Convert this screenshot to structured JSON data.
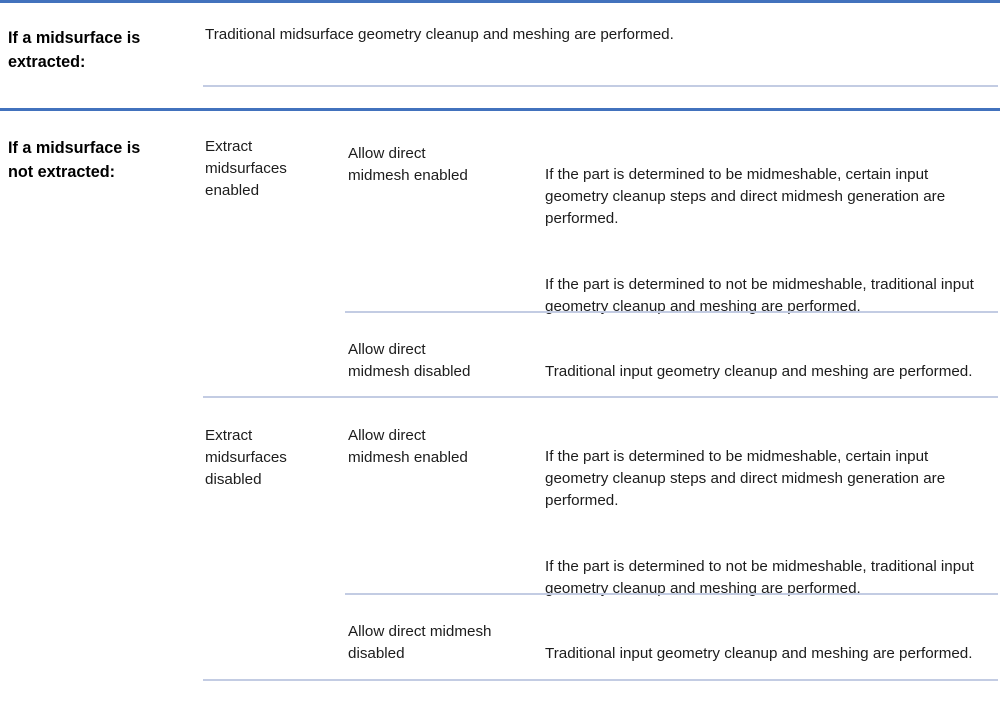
{
  "colors": {
    "rule_blue": "#4272bd",
    "rule_light": "#c3cce3",
    "text": "#1c1c1c"
  },
  "sections": [
    {
      "header": "If a midsurface is\nextracted:",
      "description": "Traditional midsurface geometry cleanup and meshing are performed."
    },
    {
      "header": "If a midsurface is\nnot extracted:",
      "groups": [
        {
          "label": "Extract\nmidsurfaces\nenabled",
          "rows": [
            {
              "option": "Allow direct\nmidmesh enabled",
              "paragraphs": [
                "If the part is determined to be midmeshable, certain input geometry cleanup steps and direct midmesh generation are performed.",
                "If the part is determined to not be midmeshable, traditional input geometry cleanup and meshing are performed."
              ]
            },
            {
              "option": "Allow direct\nmidmesh disabled",
              "paragraphs": [
                "Traditional input geometry cleanup and meshing are performed."
              ]
            }
          ]
        },
        {
          "label": "Extract\nmidsurfaces\ndisabled",
          "rows": [
            {
              "option": "Allow direct\nmidmesh enabled",
              "paragraphs": [
                "If the part is determined to be midmeshable, certain input geometry cleanup steps and direct midmesh generation are performed.",
                "If the part is determined to not be midmeshable, traditional input geometry cleanup and meshing are performed."
              ]
            },
            {
              "option": "Allow direct midmesh\ndisabled",
              "paragraphs": [
                "Traditional input geometry cleanup and meshing are performed."
              ]
            }
          ]
        }
      ]
    }
  ]
}
